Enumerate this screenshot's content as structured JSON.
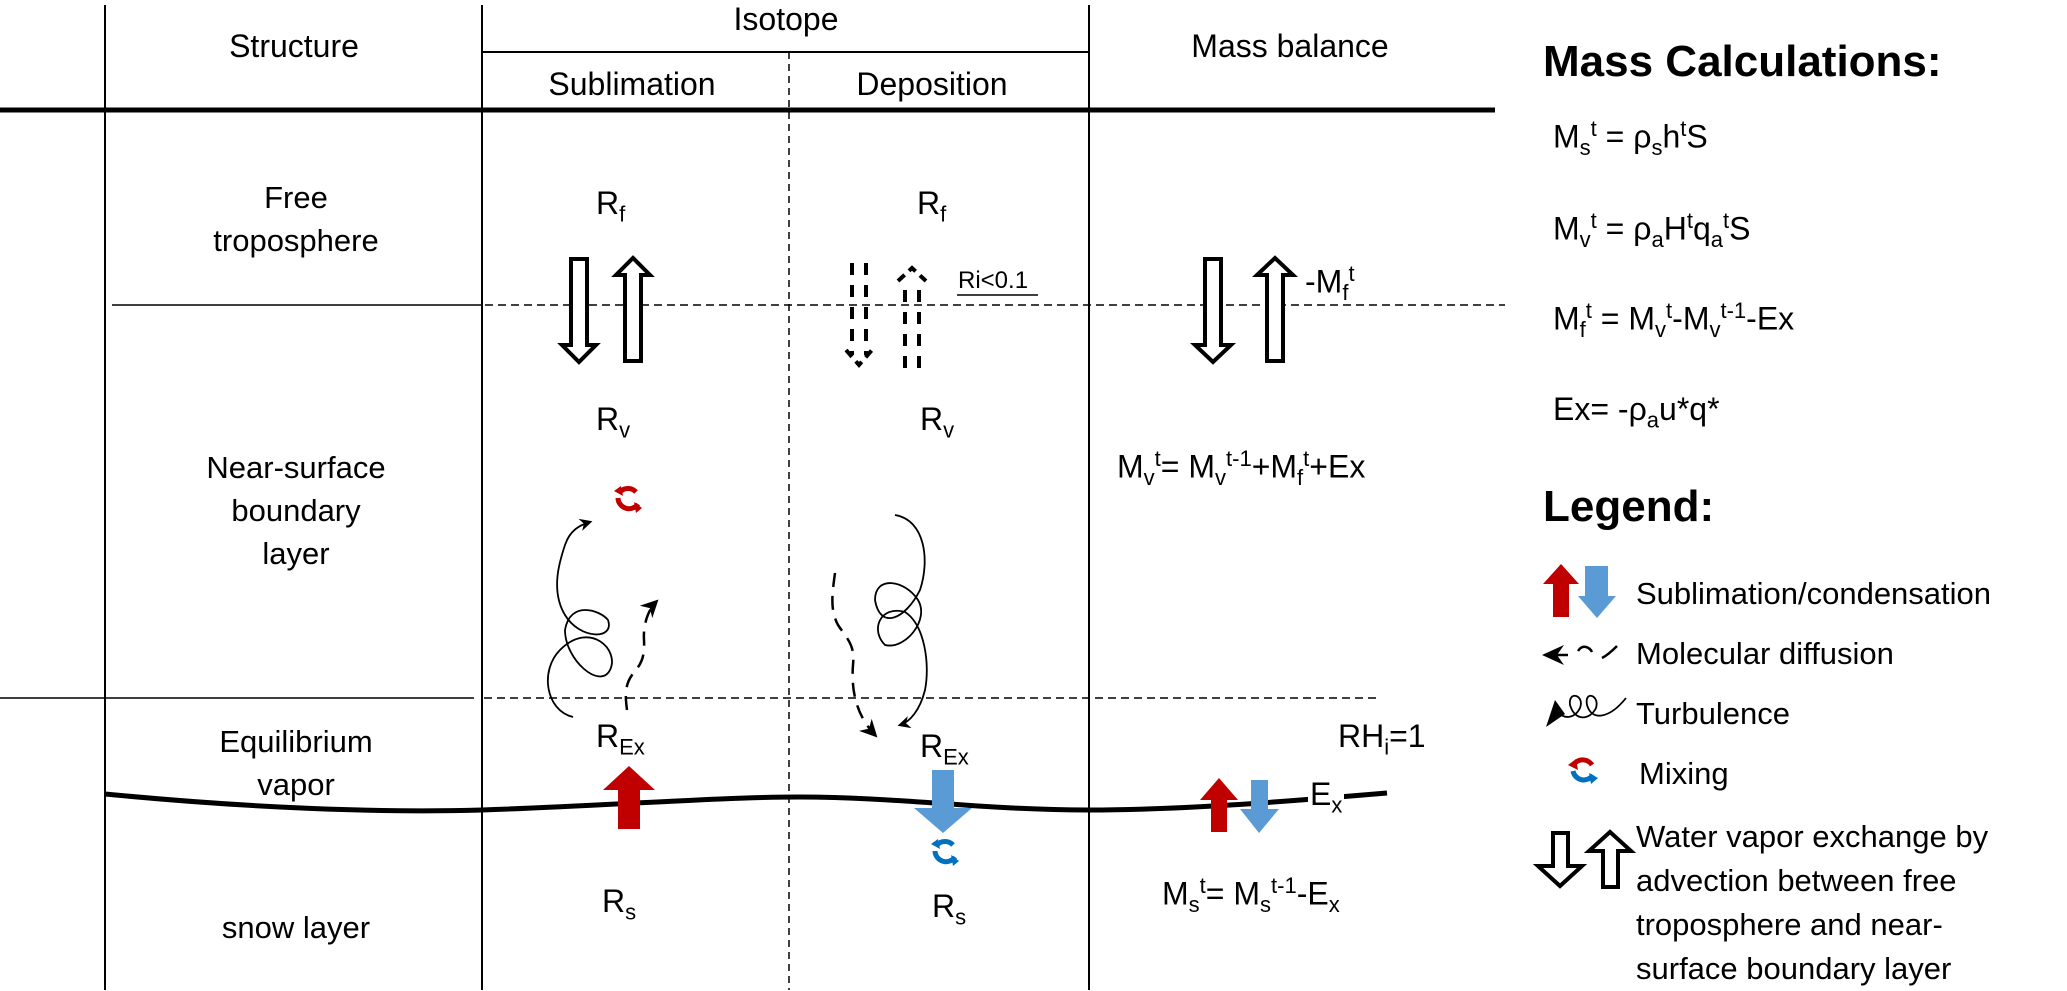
{
  "header": {
    "structure": "Structure",
    "isotope": "Isotope",
    "sublimation": "Sublimation",
    "deposition": "Deposition",
    "mass_balance": "Mass balance"
  },
  "layers": {
    "free_troposphere": [
      "Free",
      "troposphere"
    ],
    "boundary_layer": [
      "Near-surface",
      "boundary",
      "layer"
    ],
    "equilibrium_vapor": [
      "Equilibrium",
      "vapor"
    ],
    "snow_layer": "snow layer"
  },
  "isotope_labels": {
    "rf": {
      "base": "R",
      "sub": "f"
    },
    "rv": {
      "base": "R",
      "sub": "v"
    },
    "rex": {
      "base": "R",
      "sub": "Ex"
    },
    "rs": {
      "base": "R",
      "sub": "s"
    },
    "ri_condition": "Ri<0.1"
  },
  "mass_balance": {
    "mf_label": {
      "pre": "-M",
      "sub": "f",
      "sup": "t"
    },
    "mv_eq": "M_v^t= M_v^{t-1}+M_f^t+Ex",
    "rhi": {
      "base": "RH",
      "sub": "i",
      "post": "=1"
    },
    "ex_label": {
      "base": "E",
      "sub": "x"
    },
    "ms_eq": "M_s^t= M_s^{t-1}-E_x"
  },
  "mass_calculations": {
    "title": "Mass Calculations:",
    "equations": [
      "M_s^t = ρ_s h^t S",
      "M_v^t = ρ_a H^t q_a^t S",
      "M_f^t = M_v^t-M_v^{t-1}-Ex",
      "Ex= -ρ_a u*q*"
    ]
  },
  "legend": {
    "title": "Legend:",
    "items": [
      {
        "icon": "sublimation-condensation-arrows-icon",
        "label": "Sublimation/condensation"
      },
      {
        "icon": "molecular-diffusion-icon",
        "label": "Molecular diffusion"
      },
      {
        "icon": "turbulence-icon",
        "label": "Turbulence"
      },
      {
        "icon": "mixing-icon",
        "label": "Mixing"
      },
      {
        "icon": "advection-arrows-icon",
        "label_lines": [
          "Water vapor exchange by",
          "advection between free",
          "troposphere and near-",
          "surface boundary layer"
        ]
      }
    ]
  },
  "colors": {
    "sublimation_red": "#c00000",
    "condensation_blue": "#5b9bd5",
    "mixing_blue": "#0070c0",
    "line": "#000000"
  }
}
